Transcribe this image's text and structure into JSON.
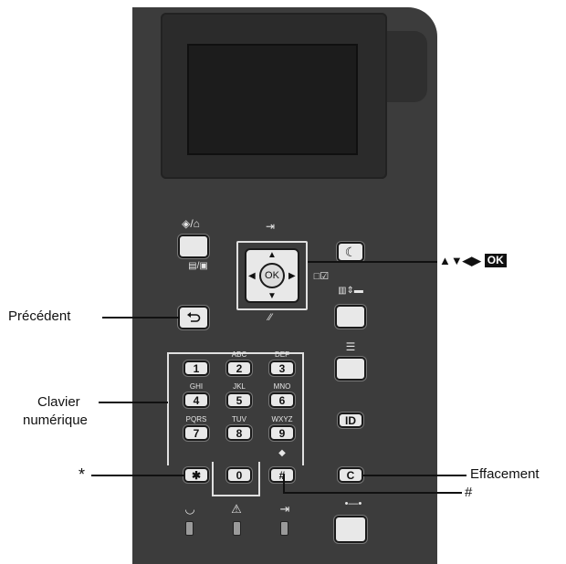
{
  "annotations": {
    "back": "Précédent",
    "keypad_line1": "Clavier",
    "keypad_line2": "numérique",
    "star": "*",
    "clear": "Effacement",
    "hash": "#",
    "nav_arrows": "▲▼◀▶",
    "nav_ok": "OK"
  },
  "keypad": {
    "letters": {
      "k2": "ABC",
      "k3": "DEF",
      "k4": "GHI",
      "k5": "JKL",
      "k6": "MNO",
      "k7": "PQRS",
      "k8": "TUV",
      "k9": "WXYZ"
    },
    "keys": {
      "k1": "1",
      "k2": "2",
      "k3": "3",
      "k4": "4",
      "k5": "5",
      "k6": "6",
      "k7": "7",
      "k8": "8",
      "k9": "9",
      "k0": "0",
      "star": "✱",
      "hash": "#"
    }
  },
  "panel_buttons": {
    "ok": "OK",
    "id": "ID",
    "clear": "C",
    "id_icon": "id-key",
    "clear_icon": "clear-key"
  },
  "colors": {
    "panel": "#3c3c3c",
    "button": "#e8e8e8",
    "screen": "#1c1c1c"
  }
}
